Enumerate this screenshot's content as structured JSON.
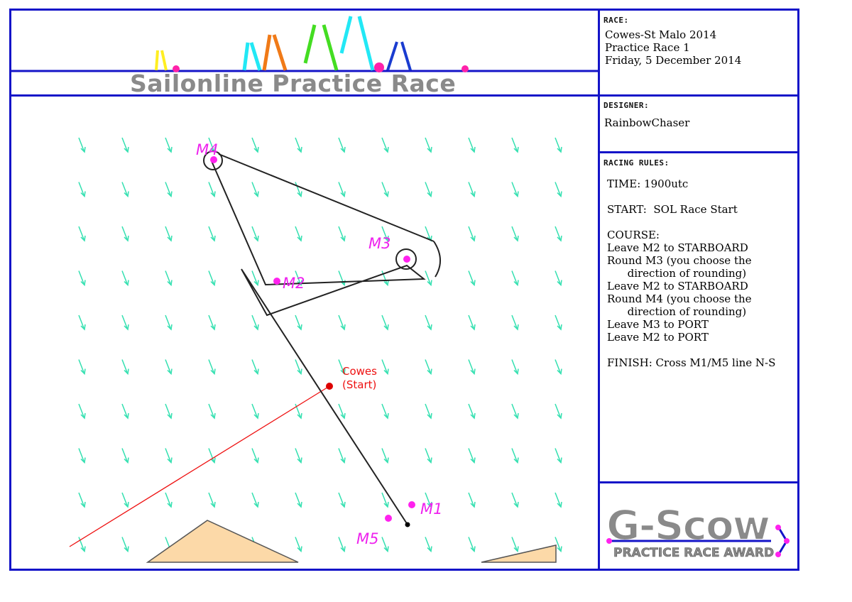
{
  "banner": {
    "title": "Sailonline Practice Race"
  },
  "race_panel": {
    "heading": "RACE:",
    "lines": [
      "Cowes-St Malo 2014",
      "Practice Race 1",
      "Friday, 5 December 2014"
    ]
  },
  "designer_panel": {
    "heading": "DESIGNER:",
    "name": "RainbowChaser"
  },
  "rules_panel": {
    "heading": "RACING RULES:",
    "lines": [
      "TIME: 1900utc",
      "",
      "START:  SOL Race Start",
      "",
      "COURSE:",
      "Leave M2 to STARBOARD",
      "Round M3 (you choose the",
      "      direction of rounding)",
      "Leave M2 to STARBOARD",
      "Round M4 (you choose the",
      "      direction of rounding)",
      "Leave M3 to PORT",
      "Leave M2 to PORT",
      "",
      "FINISH: Cross M1/M5 line N-S"
    ]
  },
  "map": {
    "marks": [
      {
        "label": "M1"
      },
      {
        "label": "M2"
      },
      {
        "label": "M3"
      },
      {
        "label": "M4"
      },
      {
        "label": "M5"
      }
    ],
    "start": {
      "label_line1": "Cowes",
      "label_line2": "(Start)"
    },
    "colors": {
      "mark": "#ff22ee",
      "mark_label": "#ee22ee",
      "start": "#ee1111",
      "course": "#222222",
      "wind": "#33e0b0",
      "land": "#fcd9a8"
    }
  },
  "award": {
    "logo_text": "G-Scow",
    "subtitle": "PRACTICE RACE AWARD"
  }
}
